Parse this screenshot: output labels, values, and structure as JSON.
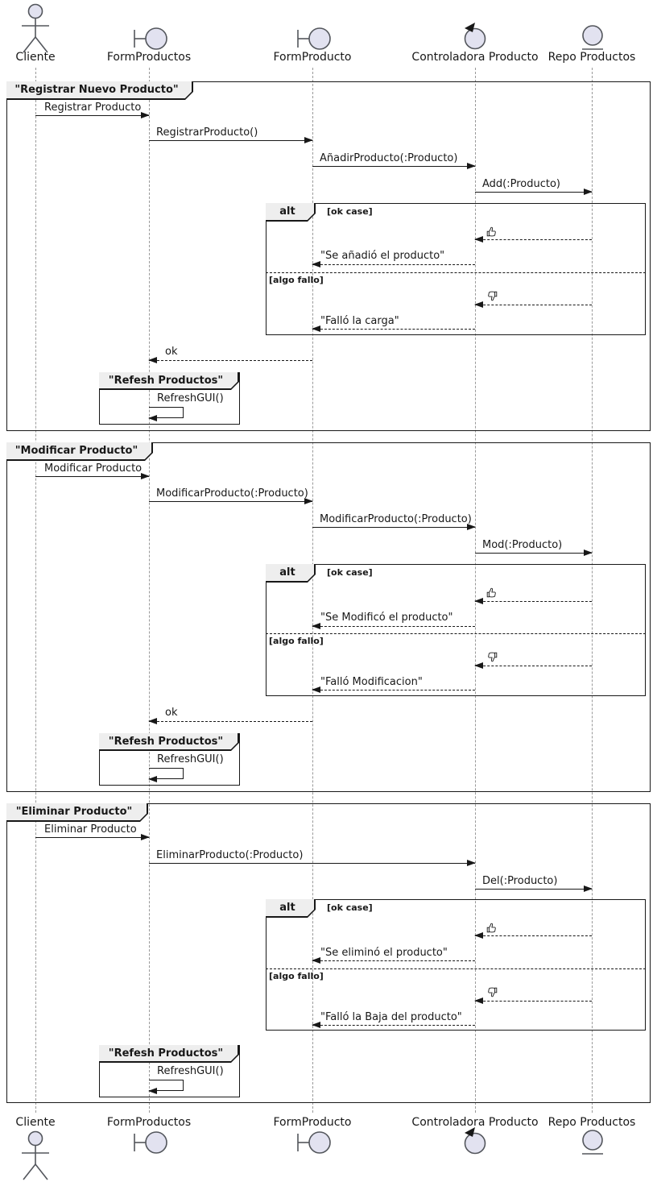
{
  "participants": {
    "cliente": "Cliente",
    "form_productos": "FormProductos",
    "form_producto": "FormProducto",
    "controladora": "Controladora Producto",
    "repo": "Repo Productos"
  },
  "icons": {
    "actor": "actor-icon",
    "boundary": "boundary-icon",
    "control": "control-icon",
    "entity": "entity-icon",
    "ok_result": "thumbs-up-icon",
    "fail_result": "thumbs-down-icon"
  },
  "colors": {
    "icon_fill": "#E2E2F0",
    "lifeline": "#999999",
    "frame_border": "#181818",
    "tab_fill": "#EEEEEE"
  },
  "frames": [
    {
      "title": "\"Registrar Nuevo Producto\"",
      "alt_keyword": "alt",
      "ok_guard": "[ok case]",
      "fail_guard": "[algo fallo]",
      "messages": {
        "request": "Registrar Producto",
        "form_call": "RegistrarProducto()",
        "controller_call": "AñadirProducto(:Producto)",
        "repo_call": "Add(:Producto)",
        "ok_reply": "\"Se añadió el producto\"",
        "fail_reply": "\"Falló la carga\"",
        "final_reply": "ok"
      },
      "refresh": {
        "title": "\"Refesh Productos\"",
        "call": "RefreshGUI()"
      }
    },
    {
      "title": "\"Modificar Producto\"",
      "alt_keyword": "alt",
      "ok_guard": "[ok case]",
      "fail_guard": "[algo fallo]",
      "messages": {
        "request": "Modificar Producto",
        "form_call": "ModificarProducto(:Producto)",
        "controller_call": "ModificarProducto(:Producto)",
        "repo_call": "Mod(:Producto)",
        "ok_reply": "\"Se Modificó el producto\"",
        "fail_reply": "\"Falló Modificacion\"",
        "final_reply": "ok"
      },
      "refresh": {
        "title": "\"Refesh Productos\"",
        "call": "RefreshGUI()"
      }
    },
    {
      "title": "\"Eliminar Producto\"",
      "alt_keyword": "alt",
      "ok_guard": "[ok case]",
      "fail_guard": "[algo fallo]",
      "messages": {
        "request": "Eliminar Producto",
        "controller_call": "EliminarProducto(:Producto)",
        "repo_call": "Del(:Producto)",
        "ok_reply": "\"Se eliminó el producto\"",
        "fail_reply": "\"Falló la Baja del producto\""
      },
      "refresh": {
        "title": "\"Refesh Productos\"",
        "call": "RefreshGUI()"
      }
    }
  ]
}
